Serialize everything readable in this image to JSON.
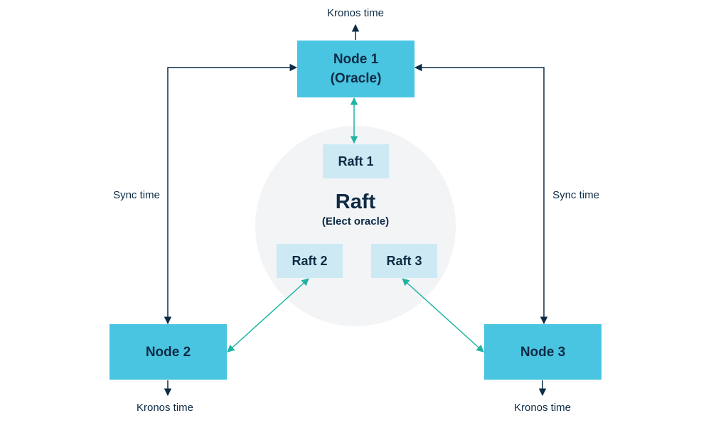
{
  "colors": {
    "node_fill": "#49c5e2",
    "raft_fill": "#cdeaf4",
    "circle_fill": "#f3f4f6",
    "dark_arrow": "#0d2b45",
    "teal_arrow": "#1fb3a3"
  },
  "nodes": {
    "node1": {
      "line1": "Node 1",
      "line2": "(Oracle)"
    },
    "node2": {
      "label": "Node 2"
    },
    "node3": {
      "label": "Node 3"
    }
  },
  "raft": {
    "title": "Raft",
    "subtitle": "(Elect oracle)",
    "members": {
      "raft1": "Raft 1",
      "raft2": "Raft 2",
      "raft3": "Raft 3"
    }
  },
  "labels": {
    "kronos_top": "Kronos time",
    "kronos_left": "Kronos time",
    "kronos_right": "Kronos time",
    "sync_left": "Sync time",
    "sync_right": "Sync time"
  }
}
